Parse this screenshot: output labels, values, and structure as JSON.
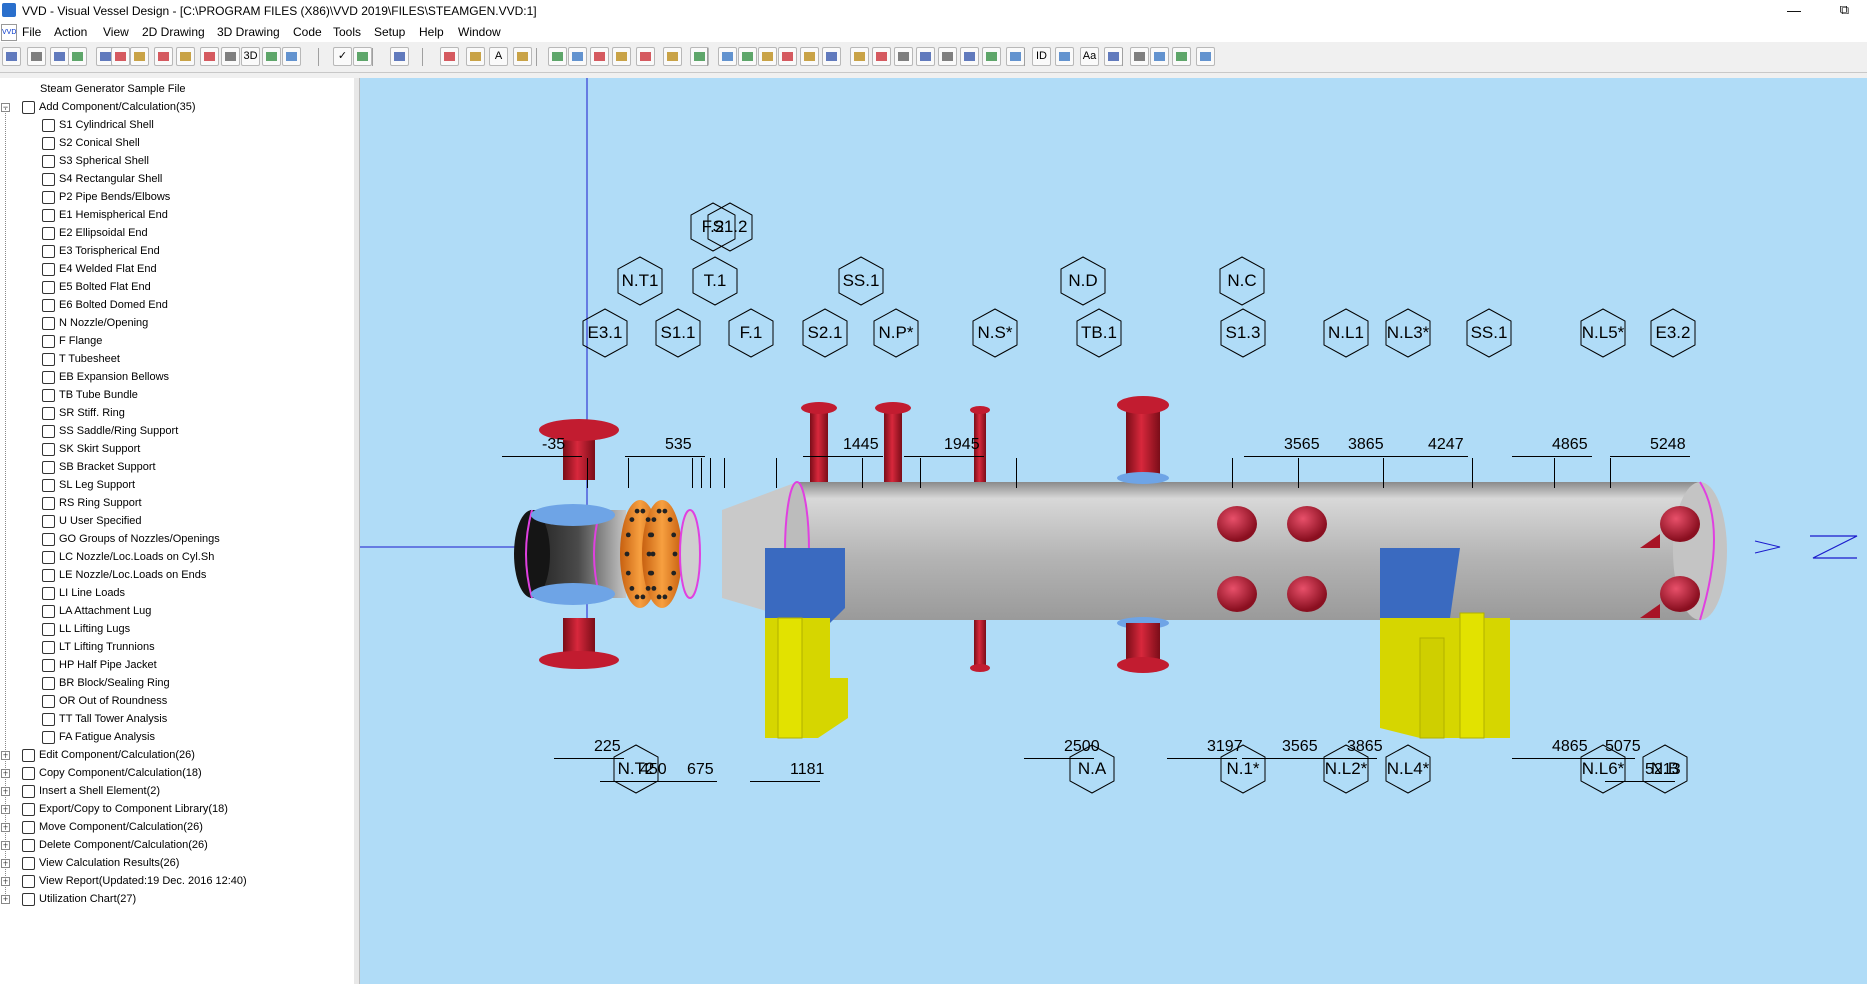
{
  "window": {
    "title": "VVD - Visual Vessel Design - [C:\\PROGRAM FILES (X86)\\VVD 2019\\FILES\\STEAMGEN.VVD:1]",
    "minimize_glyph": "—",
    "restore_glyph": "⧉"
  },
  "menu": {
    "app_icon_text": "VVD",
    "items": [
      "File",
      "Action",
      "View",
      "2D Drawing",
      "3D Drawing",
      "Code",
      "Tools",
      "Setup",
      "Help",
      "Window"
    ]
  },
  "toolbar": {
    "glyphs": {
      "text_button": "A",
      "text_size_button": "Aa",
      "view_3d_button": "3D",
      "id_button": "ID",
      "check_button": "✓"
    }
  },
  "tree": {
    "root_label": "Steam Generator Sample File",
    "add_group_label": "Add Component/Calculation(35)",
    "add_items": [
      {
        "label": "S1 Cylindrical Shell",
        "icon": "cylindrical-shell-icon"
      },
      {
        "label": "S2 Conical Shell",
        "icon": "conical-shell-icon"
      },
      {
        "label": "S3 Spherical Shell",
        "icon": "spherical-shell-icon"
      },
      {
        "label": "S4 Rectangular Shell",
        "icon": "rectangular-shell-icon"
      },
      {
        "label": "P2 Pipe Bends/Elbows",
        "icon": "pipe-bend-icon"
      },
      {
        "label": "E1 Hemispherical End",
        "icon": "hemispherical-end-icon"
      },
      {
        "label": "E2 Ellipsoidal End",
        "icon": "ellipsoidal-end-icon"
      },
      {
        "label": "E3 Torispherical End",
        "icon": "torispherical-end-icon"
      },
      {
        "label": "E4 Welded Flat End",
        "icon": "welded-flat-end-icon"
      },
      {
        "label": "E5 Bolted Flat End",
        "icon": "bolted-flat-end-icon"
      },
      {
        "label": "E6 Bolted Domed End",
        "icon": "bolted-domed-end-icon"
      },
      {
        "label": "N  Nozzle/Opening",
        "icon": "nozzle-icon"
      },
      {
        "label": "F  Flange",
        "icon": "flange-icon"
      },
      {
        "label": "T  Tubesheet",
        "icon": "tubesheet-icon"
      },
      {
        "label": "EB Expansion Bellows",
        "icon": "bellows-icon"
      },
      {
        "label": "TB Tube Bundle",
        "icon": "tube-bundle-icon"
      },
      {
        "label": "SR Stiff. Ring",
        "icon": "stiffening-ring-icon"
      },
      {
        "label": "SS Saddle/Ring Support",
        "icon": "saddle-support-icon"
      },
      {
        "label": "SK Skirt Support",
        "icon": "skirt-support-icon"
      },
      {
        "label": "SB Bracket Support",
        "icon": "bracket-support-icon"
      },
      {
        "label": "SL Leg Support",
        "icon": "leg-support-icon"
      },
      {
        "label": "RS Ring Support",
        "icon": "ring-support-icon"
      },
      {
        "label": "U  User Specified",
        "icon": "user-specified-icon"
      },
      {
        "label": "GO Groups of Nozzles/Openings",
        "icon": "nozzle-group-icon"
      },
      {
        "label": "LC Nozzle/Loc.Loads on Cyl.Sh",
        "icon": "local-loads-cyl-icon"
      },
      {
        "label": "LE Nozzle/Loc.Loads on Ends",
        "icon": "local-loads-end-icon"
      },
      {
        "label": "LI Line Loads",
        "icon": "line-loads-icon"
      },
      {
        "label": "LA Attachment Lug",
        "icon": "attachment-lug-icon"
      },
      {
        "label": "LL Lifting Lugs",
        "icon": "lifting-lug-icon"
      },
      {
        "label": "LT Lifting Trunnions",
        "icon": "lifting-trunnion-icon"
      },
      {
        "label": "HP Half Pipe Jacket",
        "icon": "half-pipe-jacket-icon"
      },
      {
        "label": "BR Block/Sealing Ring",
        "icon": "sealing-ring-icon"
      },
      {
        "label": "OR Out of Roundness",
        "icon": "out-of-roundness-icon"
      },
      {
        "label": "TT Tall Tower Analysis",
        "icon": "tall-tower-icon"
      },
      {
        "label": "FA Fatigue Analysis",
        "icon": "fatigue-icon"
      }
    ],
    "groups": [
      {
        "label": "Edit Component/Calculation(26)",
        "icon": "edit-icon"
      },
      {
        "label": "Copy Component/Calculation(18)",
        "icon": "copy-icon"
      },
      {
        "label": "Insert a Shell Element(2)",
        "icon": "insert-icon"
      },
      {
        "label": "Export/Copy to Component Library(18)",
        "icon": "export-icon"
      },
      {
        "label": "Move Component/Calculation(26)",
        "icon": "move-icon"
      },
      {
        "label": "Delete Component/Calculation(26)",
        "icon": "delete-icon"
      },
      {
        "label": "View Calculation Results(26)",
        "icon": "results-icon"
      },
      {
        "label": "View Report(Updated:19 Dec. 2016 12:40)",
        "icon": "report-icon"
      },
      {
        "label": "Utilization Chart(27)",
        "icon": "chart-icon"
      }
    ]
  },
  "drawing": {
    "tags_top": [
      "F.2",
      "S1.2",
      "N.T1",
      "T.1",
      "SS.1",
      "N.D",
      "N.C",
      "E3.1",
      "S1.1",
      "F.1",
      "S2.1",
      "N.P*",
      "N.S*",
      "TB.1",
      "S1.3",
      "N.L1",
      "N.L3*",
      "SS.1",
      "N.L5*",
      "E3.2"
    ],
    "tags_bottom": [
      "N.T2",
      "N.A",
      "N.1*",
      "N.L2*",
      "N.L4*",
      "N.L6*",
      "N.B"
    ],
    "dims_top": [
      "-35",
      "535",
      "1445",
      "1945",
      "3565",
      "3865",
      "4247",
      "4865",
      "5248"
    ],
    "dims_bottom": [
      "225",
      "450",
      "675",
      "1181",
      "2500",
      "3197",
      "3565",
      "3865",
      "4865",
      "5075",
      "5213"
    ],
    "colors": {
      "background": "#b0dcf7",
      "shell": "#c8c8c8",
      "nozzle": "#b81a2c",
      "flange": "#f08a1c",
      "saddle": "#d6d600",
      "weld_line": "#e040e0",
      "axis": "#1a1acc"
    }
  }
}
